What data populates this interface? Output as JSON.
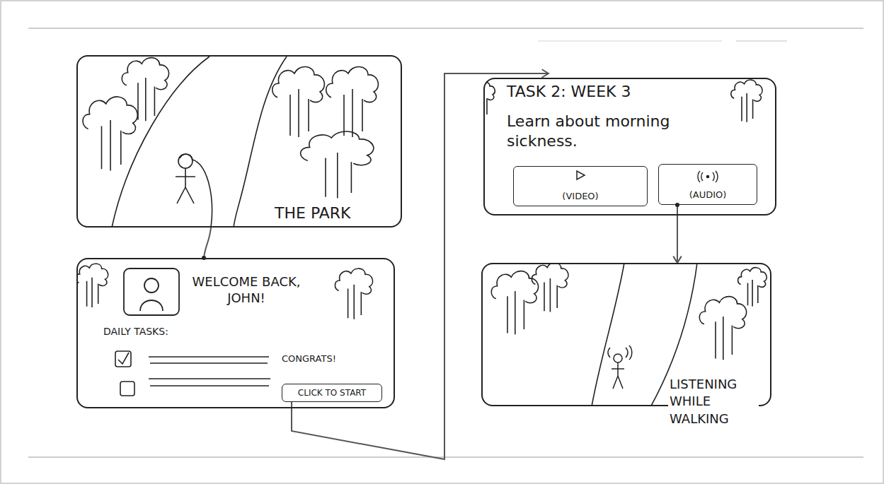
{
  "diagram": {
    "nodes": [
      {
        "text": [
          "THE PARK"
        ]
      },
      {
        "text": [
          "WELCOME BACK, JOHN!",
          "DAILY TASKS:"
        ]
      },
      {
        "text": [
          "CLICK TO START"
        ],
        "in": 1
      },
      {
        "text": [
          "TASK 2: WEEK 3",
          "Learn about morning sickness."
        ]
      },
      {
        "text": [
          "(VIDEO)"
        ],
        "in": 3
      },
      {
        "text": [
          "(AUDIO)"
        ],
        "in": 3
      },
      {
        "text": [
          "LISTENING WHILE WALKING"
        ]
      }
    ],
    "edges": [
      {
        "from": 0,
        "to": 1,
        "arrow": "none"
      },
      {
        "from": 2,
        "to": 3,
        "arrow": "to"
      },
      {
        "from": 5,
        "to": 6,
        "arrow": "to"
      }
    ],
    "labels": [
      "CONGRATS!"
    ]
  }
}
